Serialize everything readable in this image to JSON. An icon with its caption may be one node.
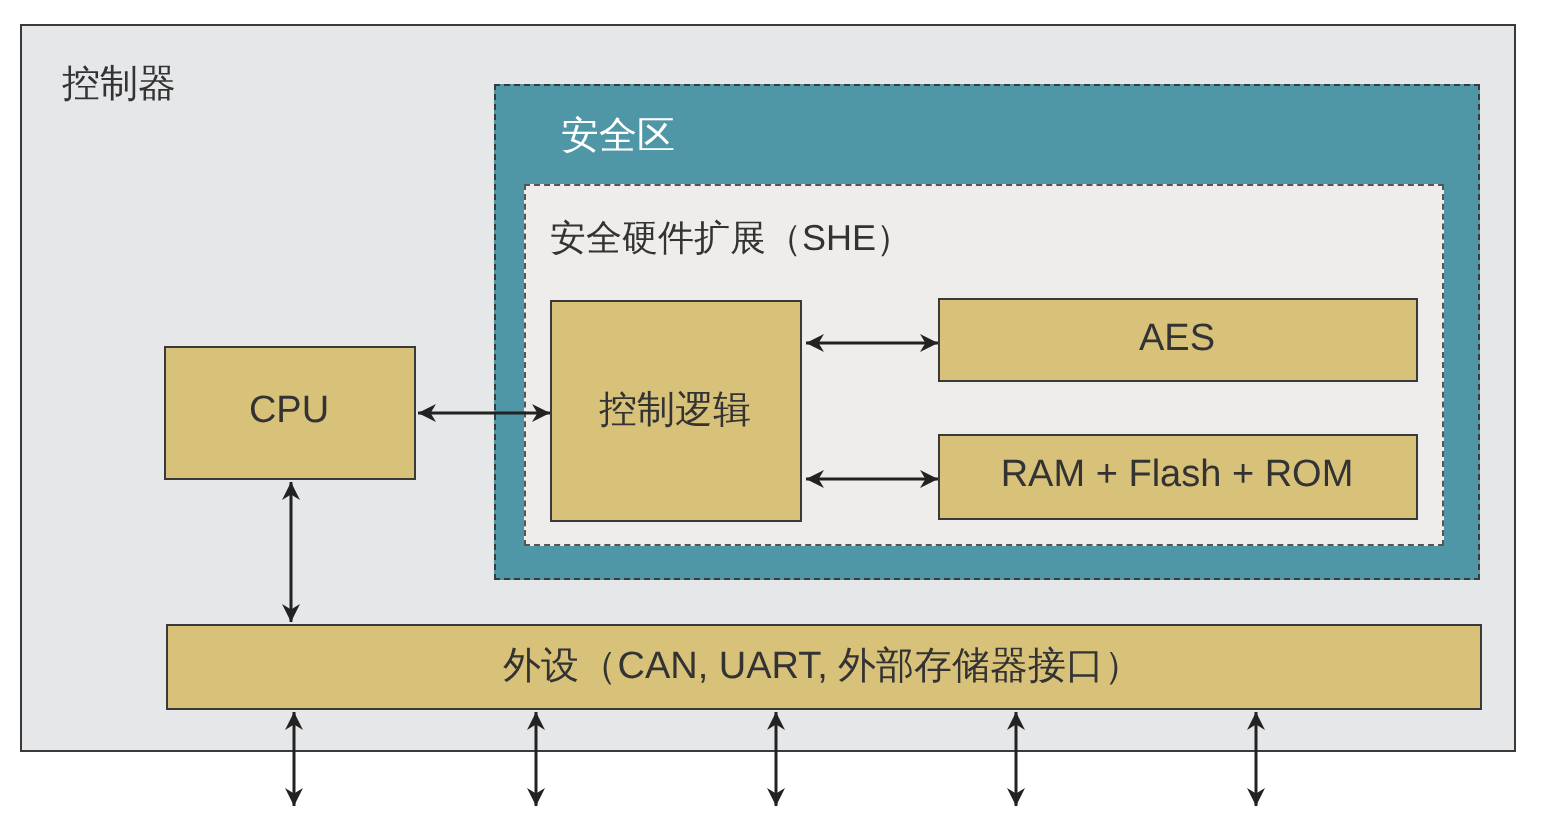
{
  "diagram": {
    "nodes": [
      {
        "text": [
          "控制器"
        ]
      },
      {
        "text": [
          "CPU"
        ],
        "in": 0
      },
      {
        "text": [
          "安全区"
        ],
        "in": 0
      },
      {
        "text": [
          "安全硬件扩展（SHE）"
        ],
        "in": 2
      },
      {
        "text": [
          "控制逻辑"
        ],
        "in": 3
      },
      {
        "text": [
          "AES"
        ],
        "in": 3
      },
      {
        "text": [
          "RAM + Flash + ROM"
        ],
        "in": 3
      },
      {
        "text": [
          "外设（CAN, UART, 外部存储器接口）"
        ],
        "in": 0
      }
    ],
    "edges": [
      {
        "from": 1,
        "to": 4,
        "arrow": "both"
      },
      {
        "from": 4,
        "to": 5,
        "arrow": "both"
      },
      {
        "from": 4,
        "to": 6,
        "arrow": "both"
      },
      {
        "from": 1,
        "to": 7,
        "arrow": "both"
      },
      {
        "from": 7,
        "to": null,
        "arrow": "both"
      },
      {
        "from": 7,
        "to": null,
        "arrow": "both"
      },
      {
        "from": 7,
        "to": null,
        "arrow": "both"
      },
      {
        "from": 7,
        "to": null,
        "arrow": "both"
      },
      {
        "from": 7,
        "to": null,
        "arrow": "both"
      }
    ]
  }
}
